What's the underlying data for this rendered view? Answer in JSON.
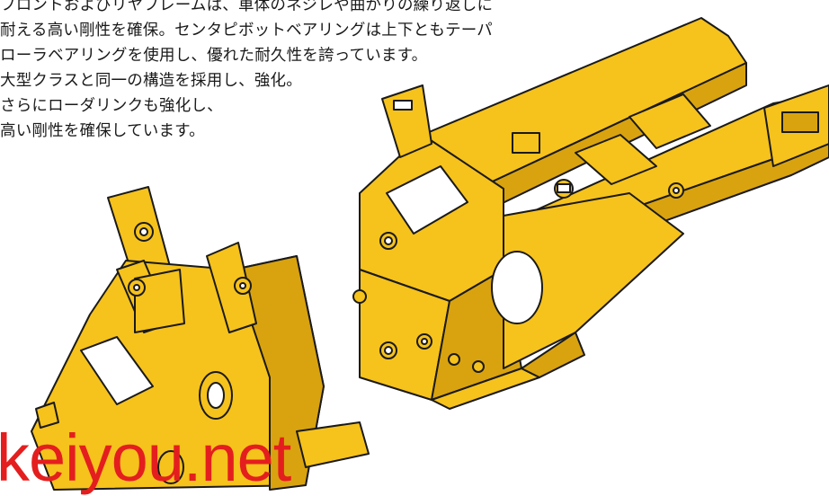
{
  "body_text": {
    "line1": "フロントおよびリヤフレームは、車体のネジレや曲がりの繰り返しに",
    "line2": "耐える高い剛性を確保。センタピボットベアリングは上下ともテーパ",
    "line3": "ローラベアリングを使用し、優れた耐久性を誇っています。",
    "line4": "大型クラスと同一の構造を採用し、強化。",
    "line5": "さらにローダリンクも強化し、",
    "line6": "高い剛性を確保しています。"
  },
  "watermark": "keiyou.net",
  "colors": {
    "frame_yellow": "#f6c21c",
    "frame_shadow": "#d9a30f",
    "outline": "#1a1a1a",
    "watermark": "#e41e1e"
  }
}
